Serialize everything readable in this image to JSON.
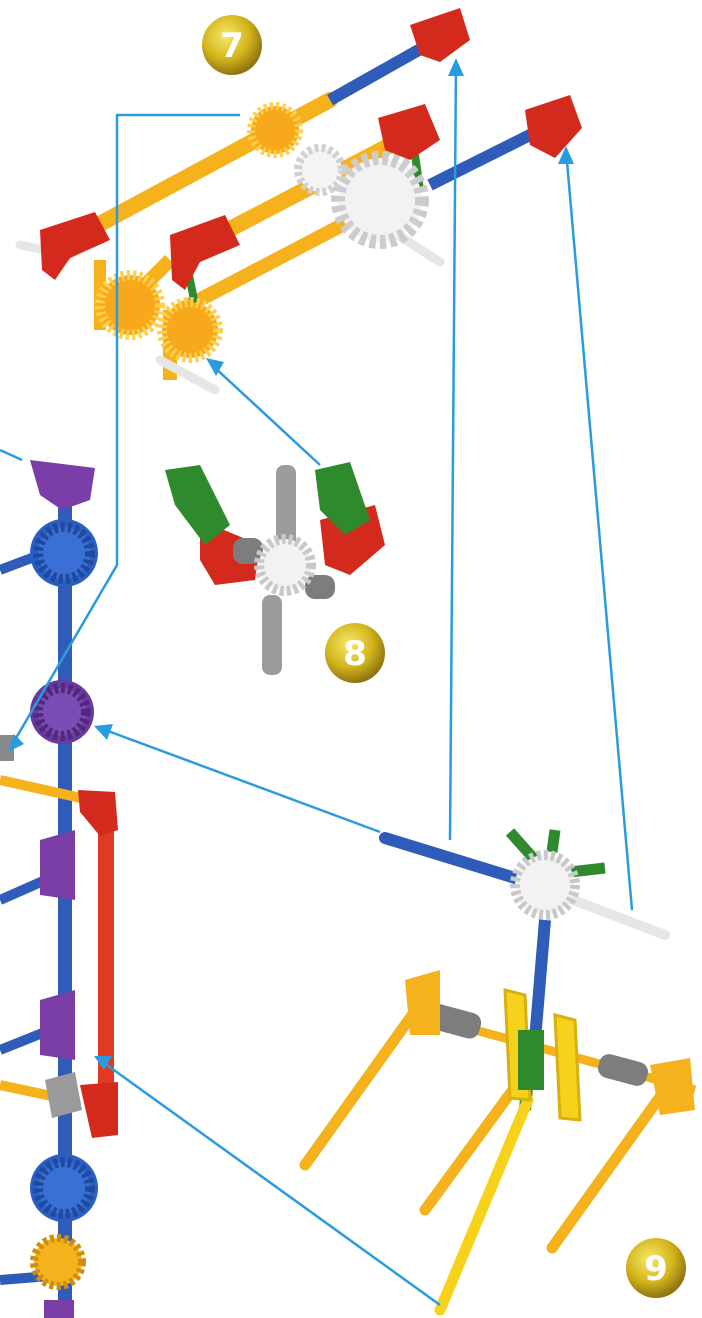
{
  "steps": [
    {
      "number": "7"
    },
    {
      "number": "8"
    },
    {
      "number": "9"
    }
  ],
  "colors": {
    "connector": "#2b9be0",
    "rod_blue": "#2f5cb8",
    "rod_yellow": "#f5b21c",
    "rod_red": "#e03b22",
    "connector_red": "#d42a1e",
    "connector_yellow": "#f7a81b",
    "connector_white": "#f2f2f2",
    "connector_purple": "#7a3ea6",
    "connector_green": "#2f8a2e",
    "spacer_gray": "#8a8a8a",
    "badge_gold": "#d3b41c"
  }
}
